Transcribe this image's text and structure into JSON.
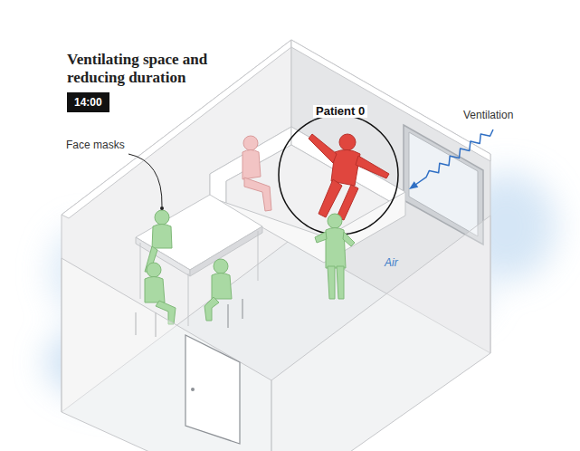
{
  "diagram": {
    "title": "Ventilating space and reducing duration",
    "nodes": [
      {
        "text": [
          "14:00"
        ]
      }
    ],
    "labels": [
      "Face masks",
      "Patient 0",
      "Ventilation",
      "Air"
    ]
  }
}
